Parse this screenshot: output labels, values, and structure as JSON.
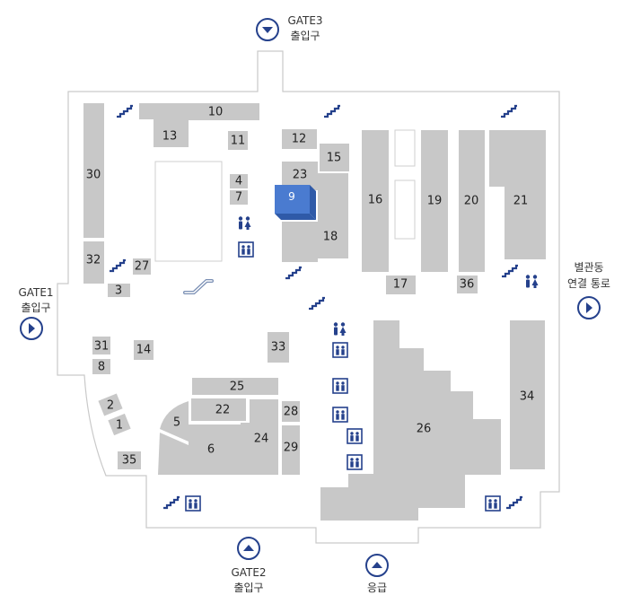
{
  "gates": {
    "gate3": {
      "title": "GATE3",
      "sub": "출입구"
    },
    "gate1": {
      "title": "GATE1",
      "sub": "출입구"
    },
    "gate2": {
      "title": "GATE2",
      "sub": "출입구"
    },
    "emergency": {
      "title": "응급"
    },
    "annex": {
      "line1": "별관동",
      "line2": "연결 통로"
    }
  },
  "rooms": {
    "r1": "1",
    "r2": "2",
    "r3": "3",
    "r4": "4",
    "r5": "5",
    "r6": "6",
    "r7": "7",
    "r8": "8",
    "r9": "9",
    "r10": "10",
    "r11": "11",
    "r12": "12",
    "r13": "13",
    "r14": "14",
    "r15": "15",
    "r16": "16",
    "r17": "17",
    "r18": "18",
    "r19": "19",
    "r20": "20",
    "r21": "21",
    "r22": "22",
    "r23": "23",
    "r24": "24",
    "r25": "25",
    "r26": "26",
    "r27": "27",
    "r28": "28",
    "r29": "29",
    "r30": "30",
    "r31": "31",
    "r32": "32",
    "r33": "33",
    "r34": "34",
    "r35": "35",
    "r36": "36"
  },
  "highlight": {
    "room": "9",
    "color": "#4a7bd0"
  },
  "colors": {
    "accent": "#25418c",
    "block": "#c8c8c8"
  }
}
